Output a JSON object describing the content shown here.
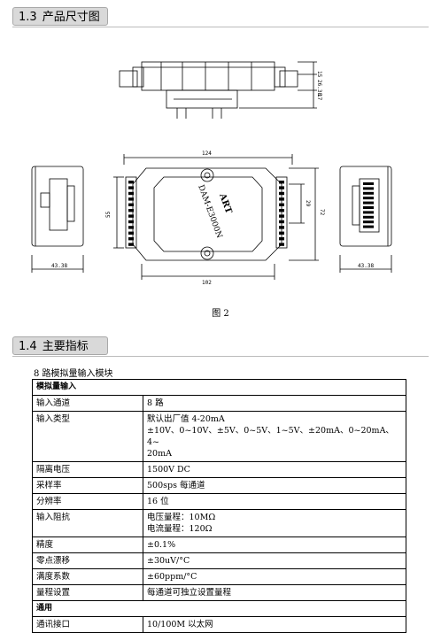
{
  "section1": {
    "number": "1.3",
    "title": "产品尺寸图"
  },
  "drawing": {
    "dims": {
      "top_h1": "15",
      "top_h2": "26.38",
      "top_h3": "17",
      "left_w": "43.38",
      "mid_top": "124",
      "mid_bottom": "102",
      "mid_left": "55",
      "mid_right1": "29",
      "mid_right2": "72",
      "right_w": "43.38"
    },
    "label_model": "DAM-E3000N",
    "label_brand": "ART"
  },
  "figure_caption": "图 2",
  "section2": {
    "number": "1.4",
    "title": "主要指标"
  },
  "table_title": "8 路模拟量输入模块",
  "table": {
    "group1": "模拟量输入",
    "rows1": [
      {
        "key": "输入通道",
        "lines": [
          "8 路"
        ]
      },
      {
        "key": "输入类型",
        "lines": [
          "默认出厂值 4-20mA",
          "±10V、0~10V、±5V、0~5V、1~5V、±20mA、0~20mA、4~",
          "20mA"
        ]
      },
      {
        "key": "隔离电压",
        "lines": [
          "1500V DC"
        ]
      },
      {
        "key": "采样率",
        "lines": [
          "500sps 每通道"
        ]
      },
      {
        "key": "分辨率",
        "lines": [
          "16 位"
        ]
      },
      {
        "key": "输入阻抗",
        "lines": [
          "电压量程：10MΩ",
          "电流量程：120Ω"
        ]
      },
      {
        "key": "精度",
        "lines": [
          "±0.1%"
        ]
      },
      {
        "key": "零点漂移",
        "lines": [
          "±30uV/°C"
        ]
      },
      {
        "key": "满度系数",
        "lines": [
          "±60ppm/°C"
        ]
      },
      {
        "key": "量程设置",
        "lines": [
          "每通道可独立设置量程"
        ]
      }
    ],
    "group2": "通用",
    "rows2": [
      {
        "key": "通讯接口",
        "lines": [
          "10/100M 以太网"
        ]
      }
    ]
  }
}
